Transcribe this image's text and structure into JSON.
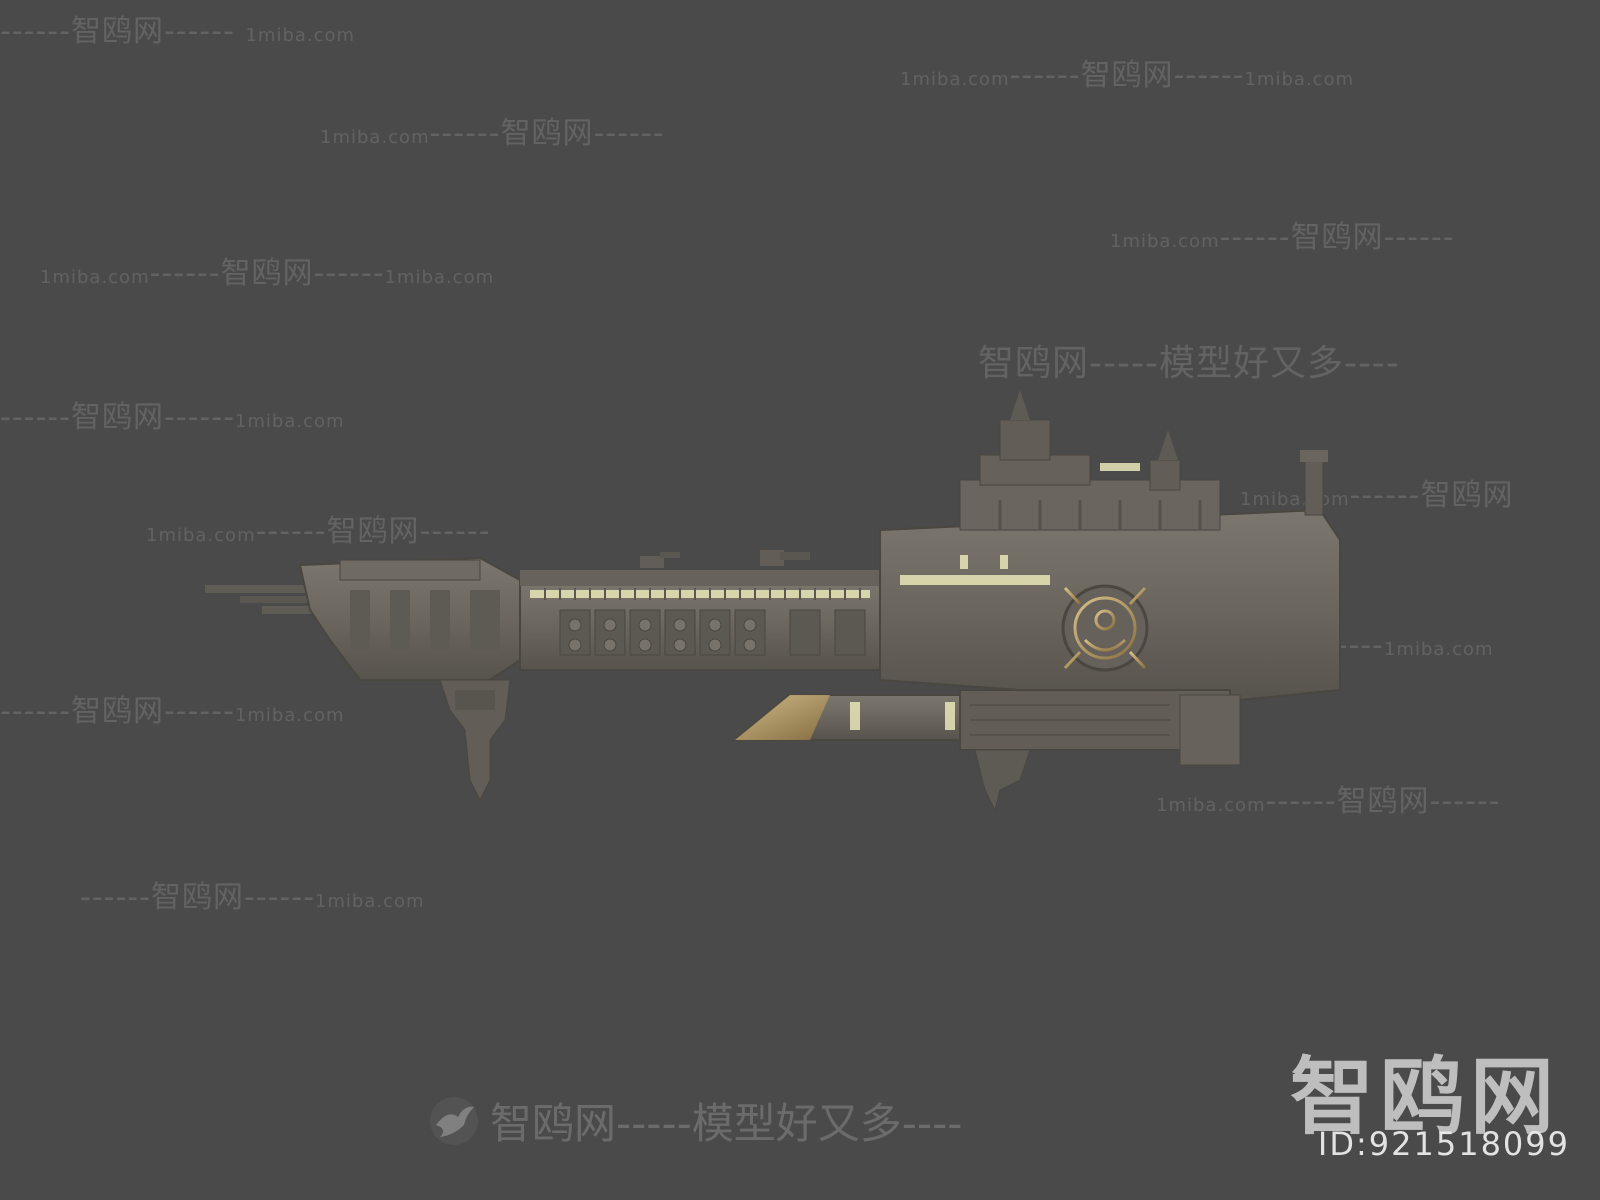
{
  "watermark": {
    "brand": "智鸥网",
    "slogan_full": "智鸥网-----模型好又多----",
    "domain": "1miba.com",
    "dashes": "------"
  },
  "footer": {
    "text": "智鸥网-----模型好又多----"
  },
  "logo": {
    "brand": "智鸥网",
    "id_text": "ID:921518099"
  },
  "colors": {
    "background": "#4a4a4a",
    "hull": "#6f6a62",
    "hull_dark": "#55514b",
    "gold": "#b99a5a",
    "window_glow": "#e8e6b8"
  }
}
